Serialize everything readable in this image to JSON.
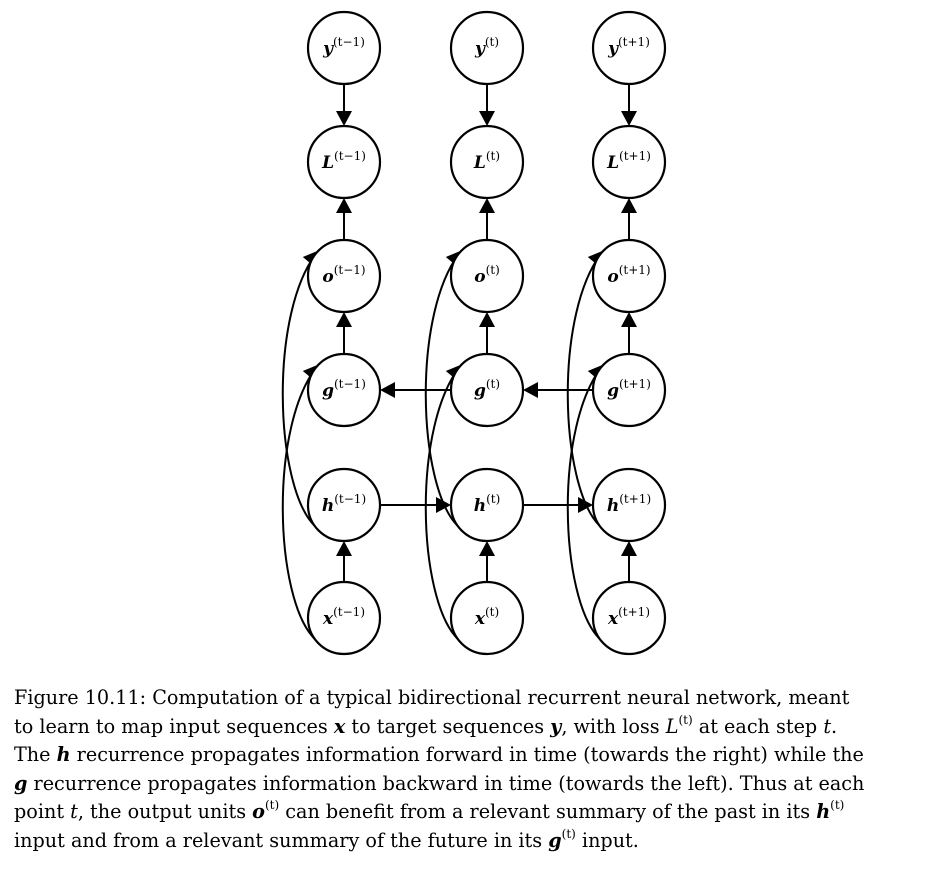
{
  "nodes": [
    {
      "id": "y_prev",
      "base": "y",
      "sup": "(t−1)"
    },
    {
      "id": "y_cur",
      "base": "y",
      "sup": "(t)"
    },
    {
      "id": "y_next",
      "base": "y",
      "sup": "(t+1)"
    },
    {
      "id": "L_prev",
      "base": "L",
      "sup": "(t−1)"
    },
    {
      "id": "L_cur",
      "base": "L",
      "sup": "(t)"
    },
    {
      "id": "L_next",
      "base": "L",
      "sup": "(t+1)"
    },
    {
      "id": "o_prev",
      "base": "o",
      "sup": "(t−1)"
    },
    {
      "id": "o_cur",
      "base": "o",
      "sup": "(t)"
    },
    {
      "id": "o_next",
      "base": "o",
      "sup": "(t+1)"
    },
    {
      "id": "g_prev",
      "base": "g",
      "sup": "(t−1)"
    },
    {
      "id": "g_cur",
      "base": "g",
      "sup": "(t)"
    },
    {
      "id": "g_next",
      "base": "g",
      "sup": "(t+1)"
    },
    {
      "id": "h_prev",
      "base": "h",
      "sup": "(t−1)"
    },
    {
      "id": "h_cur",
      "base": "h",
      "sup": "(t)"
    },
    {
      "id": "h_next",
      "base": "h",
      "sup": "(t+1)"
    },
    {
      "id": "x_prev",
      "base": "x",
      "sup": "(t−1)"
    },
    {
      "id": "x_cur",
      "base": "x",
      "sup": "(t)"
    },
    {
      "id": "x_next",
      "base": "x",
      "sup": "(t+1)"
    }
  ],
  "edges": [
    {
      "from": "y_prev",
      "to": "L_prev"
    },
    {
      "from": "y_cur",
      "to": "L_cur"
    },
    {
      "from": "y_next",
      "to": "L_next"
    },
    {
      "from": "o_prev",
      "to": "L_prev"
    },
    {
      "from": "o_cur",
      "to": "L_cur"
    },
    {
      "from": "o_next",
      "to": "L_next"
    },
    {
      "from": "g_prev",
      "to": "o_prev"
    },
    {
      "from": "g_cur",
      "to": "o_cur"
    },
    {
      "from": "g_next",
      "to": "o_next"
    },
    {
      "from": "x_prev",
      "to": "h_prev"
    },
    {
      "from": "x_cur",
      "to": "h_cur"
    },
    {
      "from": "x_next",
      "to": "h_next"
    },
    {
      "from": "h_prev",
      "to": "h_cur"
    },
    {
      "from": "h_cur",
      "to": "h_next"
    },
    {
      "from": "g_next",
      "to": "g_cur"
    },
    {
      "from": "g_cur",
      "to": "g_prev"
    },
    {
      "from": "h_prev",
      "to": "o_prev"
    },
    {
      "from": "h_cur",
      "to": "o_cur"
    },
    {
      "from": "h_next",
      "to": "o_next"
    },
    {
      "from": "x_prev",
      "to": "g_prev"
    },
    {
      "from": "x_cur",
      "to": "g_cur"
    },
    {
      "from": "x_next",
      "to": "g_next"
    }
  ],
  "caption": {
    "l1": {
      "a": "Figure 10.11: Computation of a typical bidirectional recurrent neural network, meant"
    },
    "l2": {
      "a": "to learn to map input sequences ",
      "x": "x",
      "b": " to target sequences ",
      "y": "y",
      "c": ", with loss ",
      "L": "L",
      "Lsup": "(t)",
      "d": " at each step ",
      "t": "t",
      "e": "."
    },
    "l3": {
      "a": "The ",
      "h": "h",
      "b": " recurrence propagates information forward in time (towards the right) while the"
    },
    "l4": {
      "g": "g",
      "a": " recurrence propagates information backward in time (towards the left). Thus at each"
    },
    "l5": {
      "a": "point ",
      "t": "t",
      "b": ", the output units ",
      "o": "o",
      "osup": "(t)",
      "c": " can benefit from a relevant summary of the past in its ",
      "h": "h",
      "hsup": "(t)"
    },
    "l6": {
      "a": "input and from a relevant summary of the future in its ",
      "g": "g",
      "gsup": "(t)",
      "b": " input."
    }
  }
}
